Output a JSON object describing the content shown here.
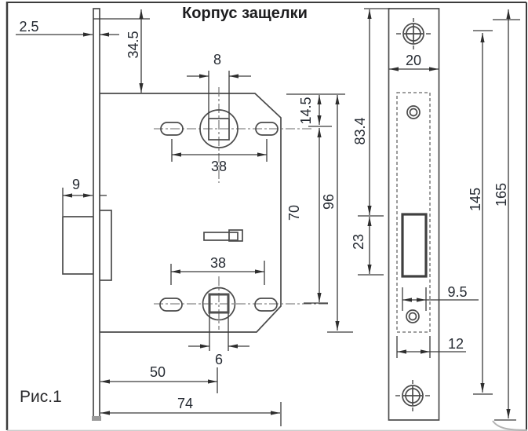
{
  "title": "Корпус защелки",
  "caption": "Рис.1",
  "colors": {
    "background": "#ffffff",
    "drawing_line": "#4a4a4a",
    "dimension_line": "#3a3a3a",
    "label_ink": "#262b33",
    "frame": "#3c3c3c",
    "corner_curve": "#b3b3b3"
  },
  "dims": {
    "plate_thickness": "2.5",
    "body_top_offset": "34.5",
    "spindle_square_upper": "8",
    "bolt_depth": "9",
    "upper_hole_offset": "14.5",
    "hole_spacing_upper": "38",
    "hole_spacing_lower": "38",
    "spindle_spacing": "70",
    "body_height": "96",
    "lower_square": "6",
    "backset": "50",
    "body_depth": "74",
    "strike_top_to_opening": "83.4",
    "plate_width": "20",
    "opening_height": "23",
    "opening_width": "9.5",
    "body_width_front": "12",
    "screw_spacing": "145",
    "plate_height": "165"
  }
}
